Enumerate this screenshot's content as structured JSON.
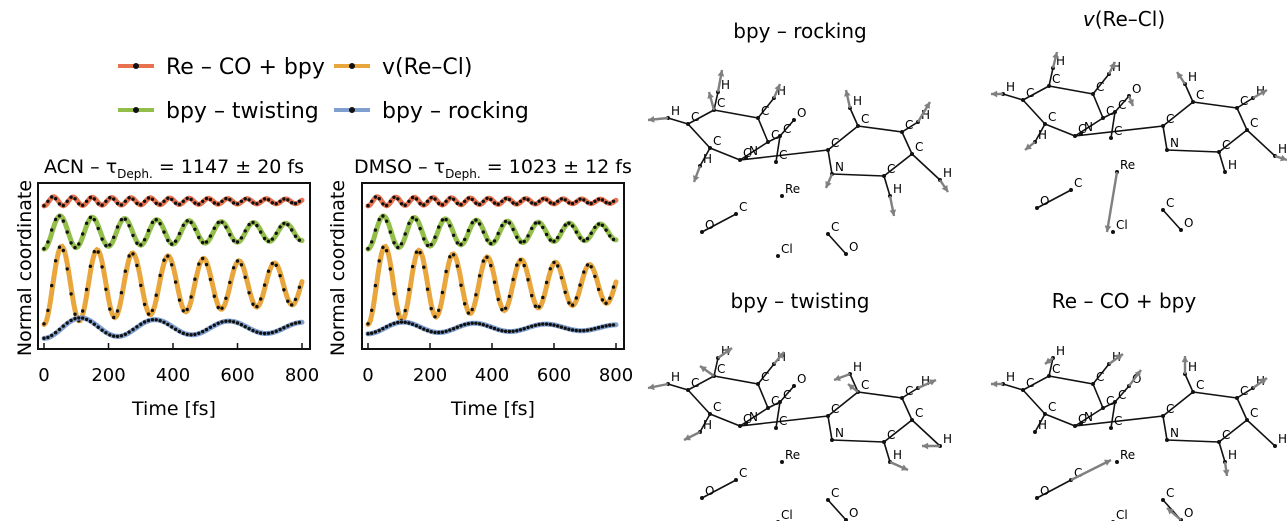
{
  "legend": {
    "items": [
      {
        "label": "Re – CO + bpy",
        "color": "#e8714e"
      },
      {
        "label": "v(Re–Cl)",
        "color": "#e8a63c"
      },
      {
        "label": "bpy – twisting",
        "color": "#93be4a"
      },
      {
        "label": "bpy – rocking",
        "color": "#7f9fcf"
      }
    ]
  },
  "chart_data": [
    {
      "type": "line",
      "title_main": "ACN – τ",
      "title_sub": "Deph.",
      "title_value": " = 1147 ± 20 fs",
      "xlabel": "Time [fs]",
      "ylabel": "Normal coordinate",
      "xlim": [
        0,
        800
      ],
      "xticks": [
        0,
        200,
        400,
        600,
        800
      ],
      "series": [
        {
          "name": "Re – CO + bpy",
          "color": "#e8714e",
          "offset": 0.92,
          "amplitude": 0.03,
          "period_fs": 60,
          "decay_fs": 1147
        },
        {
          "name": "bpy – twisting",
          "color": "#93be4a",
          "offset": 0.72,
          "amplitude": 0.11,
          "period_fs": 100,
          "decay_fs": 1147
        },
        {
          "name": "v(Re–Cl)",
          "color": "#e8a63c",
          "offset": 0.38,
          "amplitude": 0.26,
          "period_fs": 110,
          "decay_fs": 1147
        },
        {
          "name": "bpy – rocking",
          "color": "#7f9fcf",
          "offset": 0.1,
          "amplitude": 0.07,
          "period_fs": 230,
          "decay_fs": 1147
        }
      ]
    },
    {
      "type": "line",
      "title_main": "DMSO – τ",
      "title_sub": "Deph.",
      "title_value": " = 1023 ± 12 fs",
      "xlabel": "Time [fs]",
      "ylabel": "Normal coordinate",
      "xlim": [
        0,
        800
      ],
      "xticks": [
        0,
        200,
        400,
        600,
        800
      ],
      "series": [
        {
          "name": "Re – CO + bpy",
          "color": "#e8714e",
          "offset": 0.92,
          "amplitude": 0.03,
          "period_fs": 60,
          "decay_fs": 1023
        },
        {
          "name": "bpy – twisting",
          "color": "#93be4a",
          "offset": 0.72,
          "amplitude": 0.11,
          "period_fs": 100,
          "decay_fs": 1023
        },
        {
          "name": "v(Re–Cl)",
          "color": "#e8a63c",
          "offset": 0.38,
          "amplitude": 0.26,
          "period_fs": 110,
          "decay_fs": 1023
        },
        {
          "name": "bpy – rocking",
          "color": "#7f9fcf",
          "offset": 0.1,
          "amplitude": 0.04,
          "period_fs": 230,
          "decay_fs": 1023
        }
      ]
    }
  ],
  "molecules": [
    {
      "title": "bpy – rocking"
    },
    {
      "title_prefix": "v",
      "title_rest": "(Re–Cl)"
    },
    {
      "title": "bpy – twisting"
    },
    {
      "title": "Re – CO + bpy"
    }
  ],
  "atoms": {
    "C": "C",
    "H": "H",
    "N": "N",
    "O": "O",
    "Re": "Re",
    "Cl": "Cl"
  }
}
